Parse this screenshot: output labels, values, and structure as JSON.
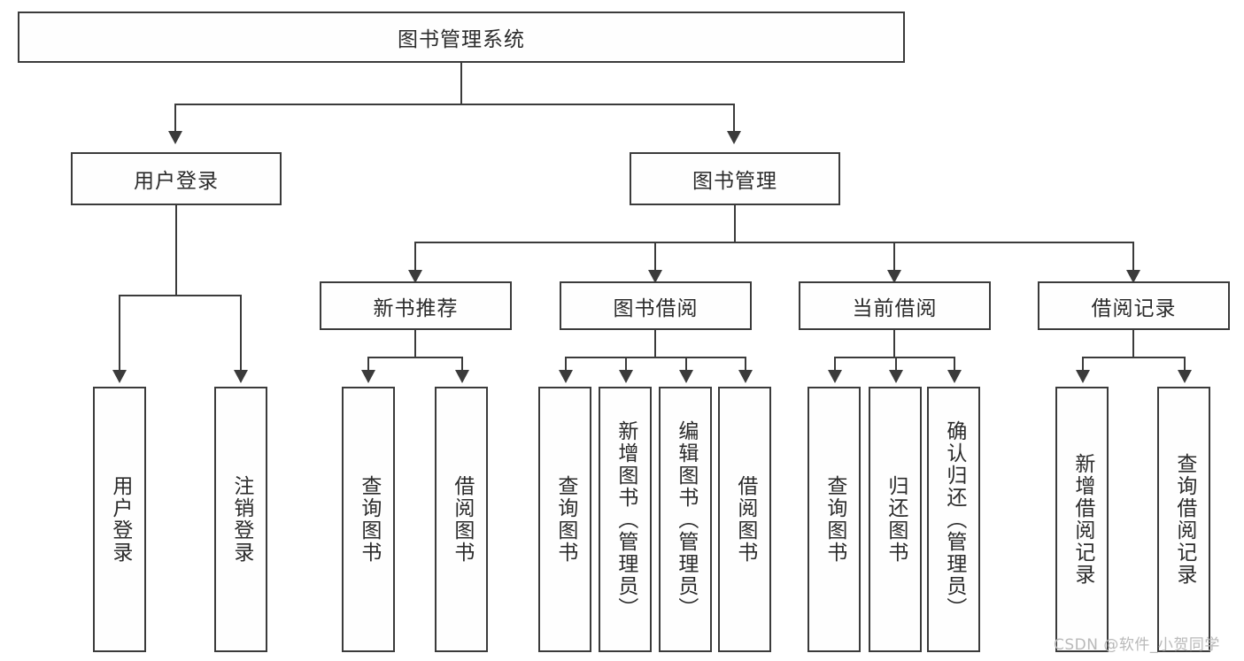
{
  "diagram": {
    "title_node": {
      "label": "图书管理系统"
    },
    "level2": [
      {
        "label": "用户登录"
      },
      {
        "label": "图书管理"
      }
    ],
    "level3": [
      {
        "label": "新书推荐"
      },
      {
        "label": "图书借阅"
      },
      {
        "label": "当前借阅"
      },
      {
        "label": "借阅记录"
      }
    ],
    "leaves": {
      "user_login": [
        {
          "label": "用户登录"
        },
        {
          "label": "注销登录"
        }
      ],
      "new_book": [
        {
          "label": "查询图书"
        },
        {
          "label": "借阅图书"
        }
      ],
      "book_borrow": [
        {
          "label": "查询图书"
        },
        {
          "label": "新增图书（管理员）"
        },
        {
          "label": "编辑图书（管理员）"
        },
        {
          "label": "借阅图书"
        }
      ],
      "current_borrow": [
        {
          "label": "查询图书"
        },
        {
          "label": "归还图书"
        },
        {
          "label": "确认归还（管理员）"
        }
      ],
      "borrow_record": [
        {
          "label": "新增借阅记录"
        },
        {
          "label": "查询借阅记录"
        }
      ]
    }
  },
  "watermark": {
    "text": "CSDN @软件_小贺同学"
  },
  "colors": {
    "stroke": "#3b3b3b",
    "text": "#2b2b2b",
    "background": "#ffffff",
    "watermark": "#b9b9b9"
  }
}
